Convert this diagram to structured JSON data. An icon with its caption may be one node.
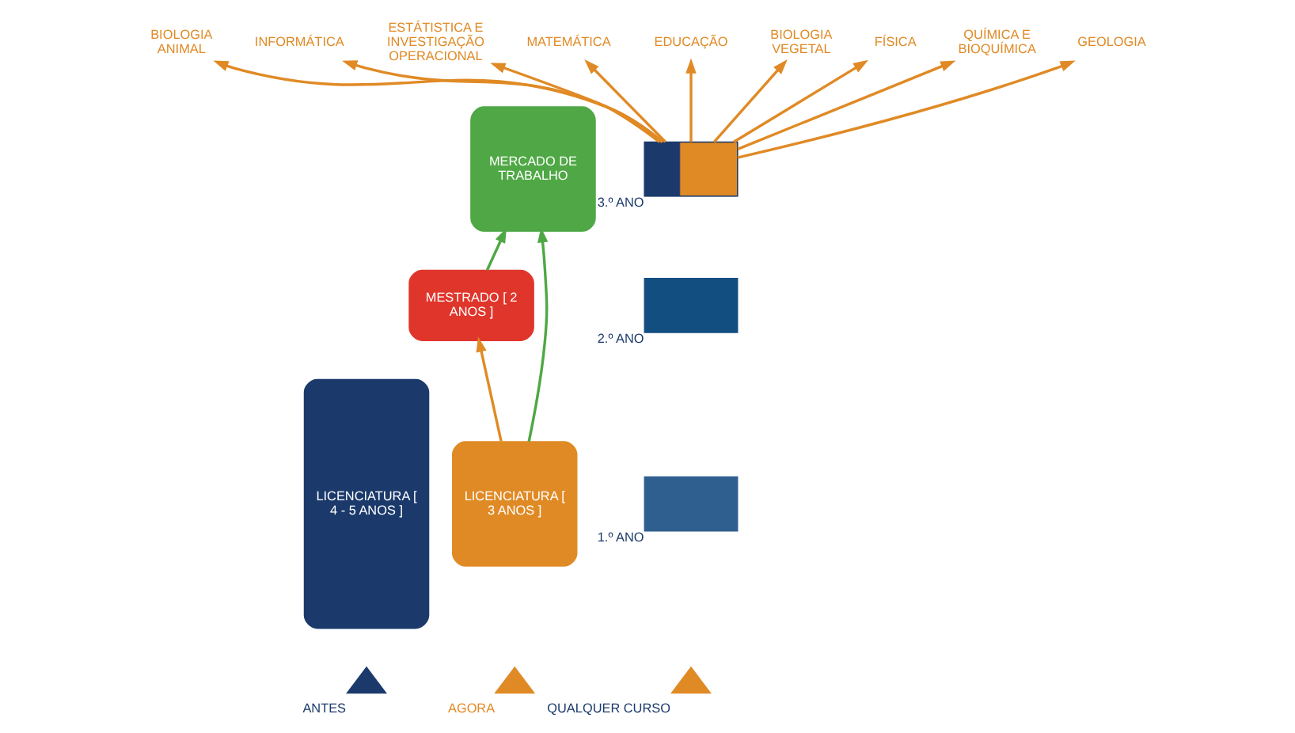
{
  "diagram": {
    "nodes": [
      {
        "text": [
          "LICENCIATURA [ 4 - 5 ANOS ]"
        ]
      },
      {
        "text": [],
        "shape": "triangle",
        "beside": [
          "ANTES"
        ]
      },
      {
        "text": [
          "MESTRADO [ 2 ANOS ]"
        ]
      },
      {
        "text": [
          "LICENCIATURA [ 3 ANOS ]"
        ]
      },
      {
        "text": [
          "MERCADO DE TRABALHO"
        ]
      },
      {
        "text": [],
        "shape": "triangle",
        "beside": [
          "AGORA"
        ]
      },
      {
        "text": [],
        "shape": "box",
        "beside": [
          "3.º ANO"
        ]
      },
      {
        "text": [],
        "shape": "box",
        "beside": [
          "2.º ANO"
        ]
      },
      {
        "text": [],
        "shape": "box",
        "beside": [
          "1.º ANO"
        ]
      },
      {
        "text": [],
        "shape": "triangle",
        "beside": [
          "QUALQUER CURSO"
        ]
      },
      {
        "text": [
          "BIOLOGIA ANIMAL"
        ]
      },
      {
        "text": [
          "INFORMÁTICA"
        ]
      },
      {
        "text": [
          "ESTÁTISTICA E INVESTIGAÇÃO OPERACIONAL"
        ]
      },
      {
        "text": [
          "MATEMÁTICA"
        ]
      },
      {
        "text": [
          "EDUCAÇÃO"
        ]
      },
      {
        "text": [
          "BIOLOGIA VEGETAL"
        ]
      },
      {
        "text": [
          "FÍSICA"
        ]
      },
      {
        "text": [
          "QUÍMICA E BIOQUÍMICA"
        ]
      },
      {
        "text": [
          "GEOLOGIA"
        ]
      }
    ],
    "edges": [
      {
        "from": 3,
        "to": 2,
        "arrow": "to"
      },
      {
        "from": 2,
        "to": 4,
        "arrow": "to",
        "color": "#4fa845"
      },
      {
        "from": 3,
        "to": 4,
        "arrow": "to",
        "color": "#4fa845"
      },
      {
        "from": 6,
        "to": 10,
        "arrow": "to"
      },
      {
        "from": 6,
        "to": 11,
        "arrow": "to"
      },
      {
        "from": 6,
        "to": 12,
        "arrow": "to"
      },
      {
        "from": 6,
        "to": 13,
        "arrow": "to"
      },
      {
        "from": 6,
        "to": 14,
        "arrow": "to"
      },
      {
        "from": 6,
        "to": 15,
        "arrow": "to"
      },
      {
        "from": 6,
        "to": 16,
        "arrow": "to"
      },
      {
        "from": 6,
        "to": 17,
        "arrow": "to"
      },
      {
        "from": 6,
        "to": 18,
        "arrow": "to"
      }
    ]
  }
}
